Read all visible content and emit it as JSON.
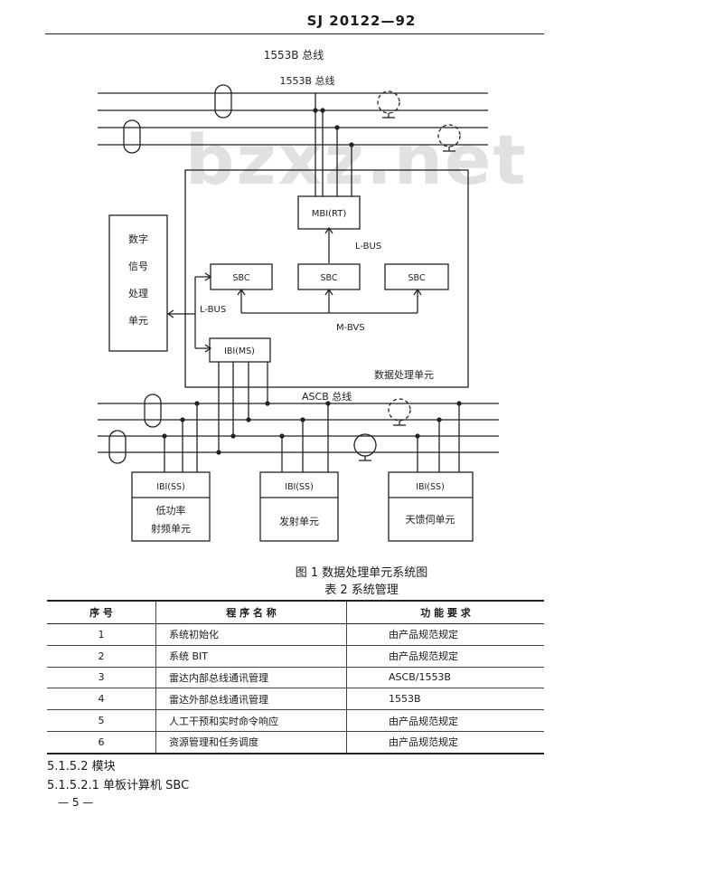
{
  "header": {
    "doc_number": "SJ 20122—92"
  },
  "watermark": "bzxz.net",
  "diagram": {
    "title_top": "1553B 总线",
    "bus_top_label": "1553B 总线",
    "dsp_block": [
      "数字",
      "信号",
      "处理",
      "单元"
    ],
    "mbi_label": "MBI(RT)",
    "lbus_label_mid": "L-BUS",
    "sbc_labels": [
      "SBC",
      "SBC",
      "SBC"
    ],
    "lbus_label_left": "L-BUS",
    "mbus_label": "M-BVS",
    "ibi_ms_label": "IBI(MS)",
    "dpu_label": "数据处理单元",
    "ascb_label": "ASCB 总线",
    "units": [
      {
        "ibi": "IBI(SS)",
        "name_lines": [
          "低功率",
          "射频单元"
        ]
      },
      {
        "ibi": "IBI(SS)",
        "name_lines": [
          "发射单元"
        ]
      },
      {
        "ibi": "IBI(SS)",
        "name_lines": [
          "天馈伺单元"
        ]
      }
    ]
  },
  "figure_caption": "图 1 数据处理单元系统图",
  "table": {
    "caption": "表 2    系统管理",
    "headers": [
      "序  号",
      "程 序 名 称",
      "功 能 要 求"
    ],
    "rows": [
      [
        "1",
        "系统初始化",
        "由产品规范规定"
      ],
      [
        "2",
        "系统 BIT",
        "由产品规范规定"
      ],
      [
        "3",
        "雷达内部总线通讯管理",
        "ASCB/1553B"
      ],
      [
        "4",
        "雷达外部总线通讯管理",
        "1553B"
      ],
      [
        "5",
        "人工干预和实时命令响应",
        "由产品规范规定"
      ],
      [
        "6",
        "资源管理和任务调度",
        "由产品规范规定"
      ]
    ]
  },
  "sections": [
    "5.1.5.2   模块",
    "5.1.5.2.1   单板计算机 SBC"
  ],
  "page_number": "— 5 —"
}
